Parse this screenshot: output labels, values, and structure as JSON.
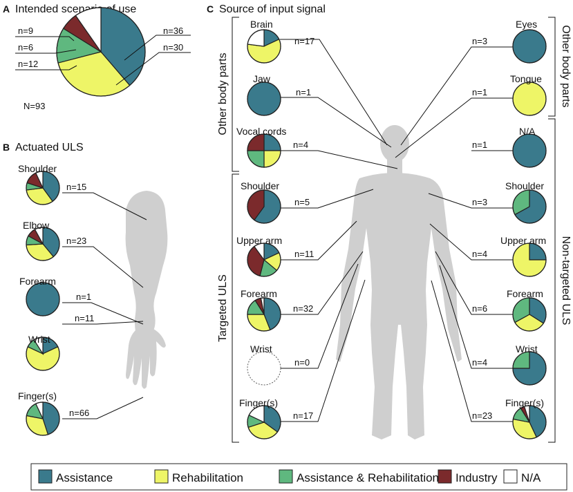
{
  "colors": {
    "assistance": "#3a7a8c",
    "rehabilitation": "#eef567",
    "assist_rehab": "#5fb87f",
    "industry": "#7b2a2c",
    "na": "#ffffff",
    "body": "#cfcfcf"
  },
  "legend": [
    {
      "key": "assistance",
      "label": "Assistance"
    },
    {
      "key": "rehabilitation",
      "label": "Rehabilitation"
    },
    {
      "key": "assist_rehab",
      "label": "Assistance & Rehabilitation"
    },
    {
      "key": "industry",
      "label": "Industry"
    },
    {
      "key": "na",
      "label": "N/A"
    }
  ],
  "panel_a": {
    "letter": "A",
    "title": "Intended scenario of use",
    "total": "N=93",
    "slices": [
      {
        "key": "assistance",
        "n": 36,
        "label": "n=36"
      },
      {
        "key": "rehabilitation",
        "n": 30,
        "label": "n=30"
      },
      {
        "key": "assist_rehab",
        "n": 12,
        "label": "n=12"
      },
      {
        "key": "industry",
        "n": 6,
        "label": "n=6"
      },
      {
        "key": "na",
        "n": 9,
        "label": "n=9"
      }
    ]
  },
  "panel_b": {
    "letter": "B",
    "title": "Actuated ULS",
    "items": [
      {
        "name": "Shoulder",
        "label": "n=15",
        "n": 15,
        "fractions": [
          0.4,
          0.33,
          0.07,
          0.13,
          0.07
        ]
      },
      {
        "name": "Elbow",
        "label": "n=23",
        "n": 23,
        "fractions": [
          0.39,
          0.35,
          0.09,
          0.09,
          0.08
        ]
      },
      {
        "name": "Forearm",
        "label": "n=1",
        "n": 1,
        "fractions": [
          1,
          0,
          0,
          0,
          0
        ]
      },
      {
        "name": "Wrist",
        "label": "n=11",
        "n": 11,
        "fractions": [
          0.18,
          0.64,
          0.09,
          0,
          0.09
        ]
      },
      {
        "name": "Finger(s)",
        "label": "n=66",
        "n": 66,
        "fractions": [
          0.45,
          0.33,
          0.15,
          0,
          0.07
        ]
      }
    ]
  },
  "panel_c": {
    "letter": "C",
    "title": "Source of input signal",
    "group_left_top": "Other body parts",
    "group_left_bottom": "Targeted ULS",
    "group_right_top": "Other body parts",
    "group_right_bottom": "Non-targeted ULS",
    "left": [
      {
        "name": "Brain",
        "label": "n=17",
        "n": 17,
        "fractions": [
          0.18,
          0.59,
          0,
          0,
          0.23
        ]
      },
      {
        "name": "Jaw",
        "label": "n=1",
        "n": 1,
        "fractions": [
          1,
          0,
          0,
          0,
          0
        ]
      },
      {
        "name": "Vocal cords",
        "label": "n=4",
        "n": 4,
        "fractions": [
          0.25,
          0.25,
          0.25,
          0.25,
          0
        ]
      },
      {
        "name": "Shoulder",
        "label": "n=5",
        "n": 5,
        "fractions": [
          0.6,
          0,
          0,
          0.4,
          0
        ]
      },
      {
        "name": "Upper arm",
        "label": "n=11",
        "n": 11,
        "fractions": [
          0.18,
          0.18,
          0.18,
          0.36,
          0.1
        ]
      },
      {
        "name": "Forearm",
        "label": "n=32",
        "n": 32,
        "fractions": [
          0.44,
          0.31,
          0.16,
          0.06,
          0.03
        ]
      },
      {
        "name": "Wrist",
        "label": "n=0",
        "n": 0,
        "fractions": [
          0,
          0,
          0,
          0,
          0
        ]
      },
      {
        "name": "Finger(s)",
        "label": "n=17",
        "n": 17,
        "fractions": [
          0.35,
          0.35,
          0.12,
          0,
          0.18
        ]
      }
    ],
    "right": [
      {
        "name": "Eyes",
        "label": "n=3",
        "n": 3,
        "fractions": [
          1,
          0,
          0,
          0,
          0
        ]
      },
      {
        "name": "Tongue",
        "label": "n=1",
        "n": 1,
        "fractions": [
          0,
          1,
          0,
          0,
          0
        ]
      },
      {
        "name": "N/A",
        "label": "n=1",
        "n": 1,
        "fractions": [
          1,
          0,
          0,
          0,
          0
        ]
      },
      {
        "name": "Shoulder",
        "label": "n=3",
        "n": 3,
        "fractions": [
          0.67,
          0,
          0.33,
          0,
          0
        ]
      },
      {
        "name": "Upper arm",
        "label": "n=4",
        "n": 4,
        "fractions": [
          0.25,
          0.75,
          0,
          0,
          0
        ]
      },
      {
        "name": "Forearm",
        "label": "n=6",
        "n": 6,
        "fractions": [
          0.34,
          0.33,
          0.33,
          0,
          0
        ]
      },
      {
        "name": "Wrist",
        "label": "n=4",
        "n": 4,
        "fractions": [
          0.75,
          0,
          0.25,
          0,
          0
        ]
      },
      {
        "name": "Finger(s)",
        "label": "n=23",
        "n": 23,
        "fractions": [
          0.43,
          0.35,
          0.13,
          0.04,
          0.05
        ]
      }
    ]
  }
}
